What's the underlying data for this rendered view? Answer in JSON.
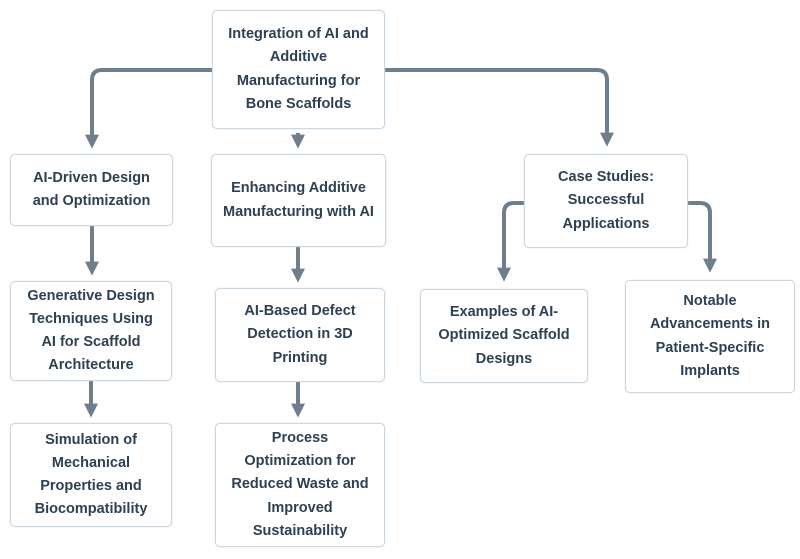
{
  "diagram": {
    "type": "flowchart",
    "orientation": "top-down",
    "nodes": {
      "root": {
        "label": "Integration of AI and Additive Manufacturing for Bone Scaffolds"
      },
      "branch1": {
        "label": "AI-Driven Design and Optimization"
      },
      "branch2": {
        "label": "Enhancing Additive Manufacturing with AI"
      },
      "branch3": {
        "label": "Case Studies: Successful Applications"
      },
      "child1": {
        "label": "Generative Design Techniques Using AI for Scaffold Architecture"
      },
      "child2": {
        "label": "AI-Based Defect Detection in 3D Printing"
      },
      "child3": {
        "label": "Examples of AI-Optimized Scaffold Designs"
      },
      "child4": {
        "label": "Notable Advancements in Patient-Specific Implants"
      },
      "leaf1": {
        "label": "Simulation of Mechanical Properties and Biocompatibility"
      },
      "leaf2": {
        "label": "Process Optimization for Reduced Waste and Improved Sustainability"
      }
    },
    "edges": [
      {
        "from": "root",
        "to": "branch1"
      },
      {
        "from": "root",
        "to": "branch2"
      },
      {
        "from": "root",
        "to": "branch3"
      },
      {
        "from": "branch1",
        "to": "child1"
      },
      {
        "from": "branch2",
        "to": "child2"
      },
      {
        "from": "branch3",
        "to": "child3"
      },
      {
        "from": "branch3",
        "to": "child4"
      },
      {
        "from": "child1",
        "to": "leaf1"
      },
      {
        "from": "child2",
        "to": "leaf2"
      }
    ],
    "colors": {
      "background": "#ffffff",
      "box_fill": "#ffffff",
      "box_border": "#ccd6de",
      "text": "#2e4053",
      "arrow": "#6e7e8c"
    }
  }
}
